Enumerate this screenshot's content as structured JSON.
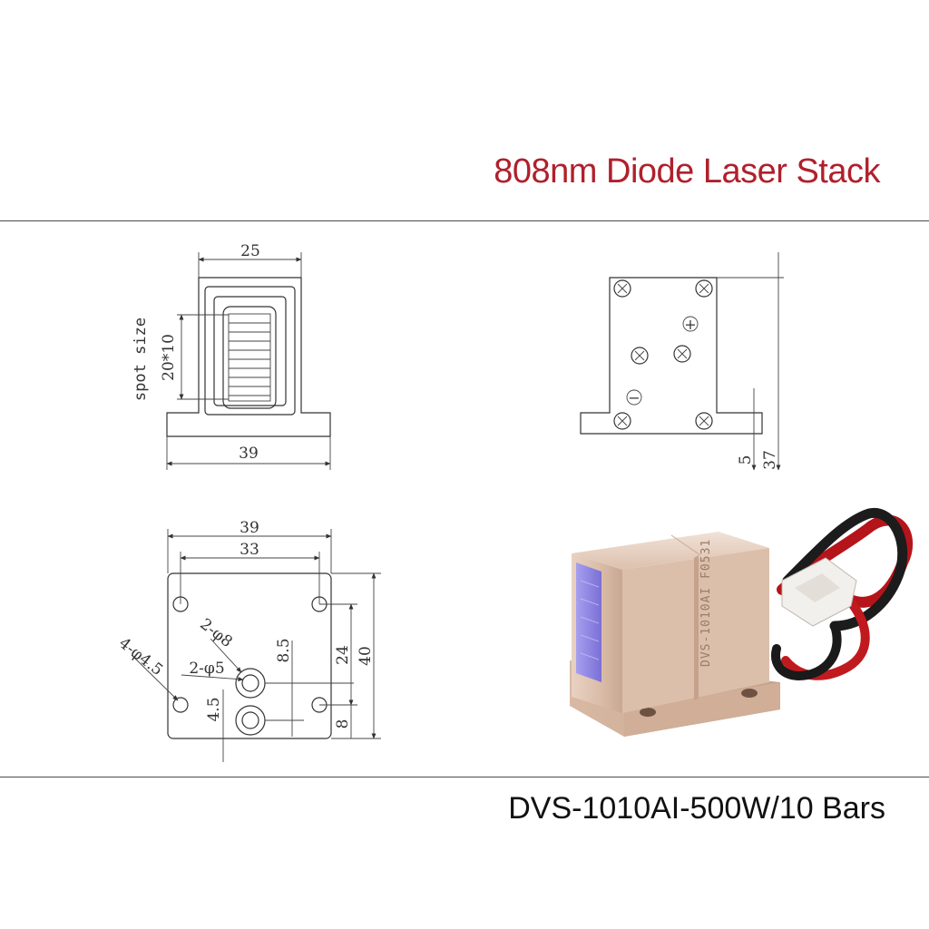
{
  "header": {
    "title": "808nm Diode Laser Stack"
  },
  "footer": {
    "model": "DVS-1010AI-500W/10 Bars"
  },
  "front_view": {
    "top_width": "25",
    "base_width": "39",
    "spot_label": "spot size",
    "spot_value": "20*10"
  },
  "side_view": {
    "plus_sign": "+",
    "minus_sign": "−",
    "dim_small": "5",
    "dim_height": "37"
  },
  "bottom_view": {
    "outer_width": "39",
    "hole_spacing": "33",
    "mount_holes": "4-φ4.5",
    "large_holes": "2-φ8",
    "small_holes": "2-φ5",
    "offset_left": "4.5",
    "hole_pitch": "8.5",
    "inner_height": "24",
    "outer_height": "40",
    "bottom_offset": "8"
  },
  "product_photo": {
    "label": "DVS-1010AI F0531"
  },
  "colors": {
    "title": "#b0202c",
    "copper": "#d8b9a2",
    "wire_red": "#c0151a"
  }
}
